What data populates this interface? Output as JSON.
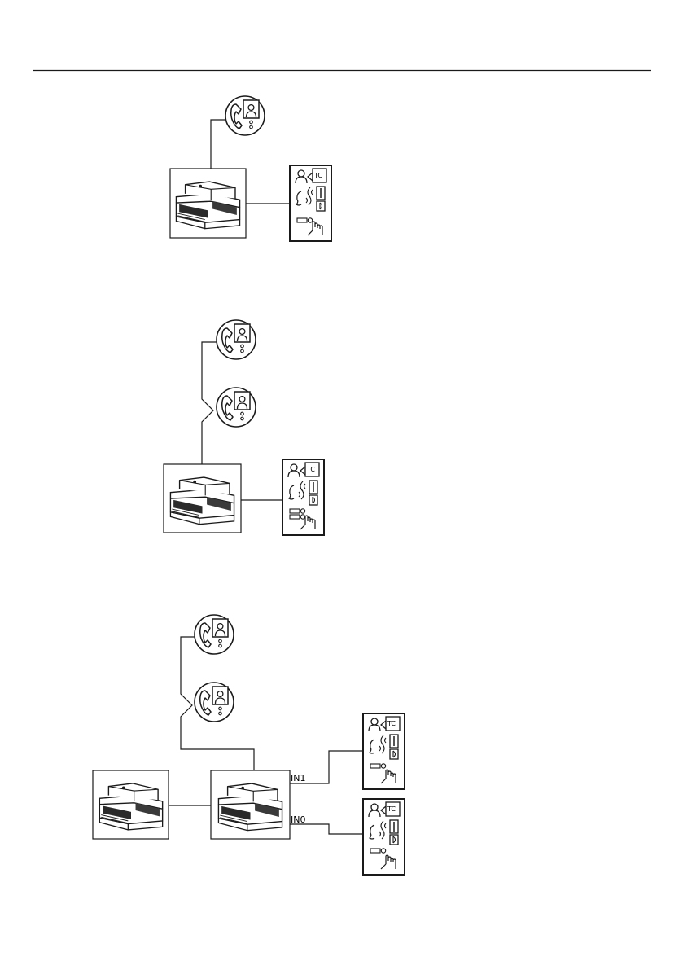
{
  "colors": {
    "ink": "#1a1a1a",
    "paper": "#ffffff"
  },
  "icons": {
    "monitor": "videophone-icon",
    "power_module": "power-supply-module-icon",
    "panel": "outdoor-entrance-panel-icon"
  },
  "diagrams": {
    "single": {
      "panel_tag": "TC"
    },
    "double": {
      "panel_tag": "TC"
    },
    "dual_entrance": {
      "input_top": "IN1",
      "input_bottom": "IN0",
      "panel_tag_top": "TC",
      "panel_tag_bottom": "TC"
    }
  }
}
